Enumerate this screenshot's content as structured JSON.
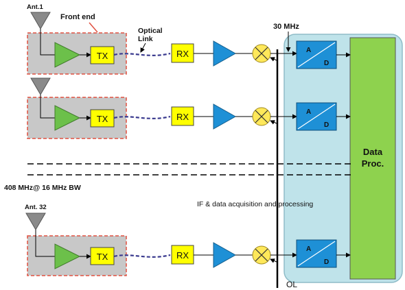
{
  "labels": {
    "ant1": "Ant.1",
    "ant32": "Ant. 32",
    "frontend": "Front end",
    "optical_line1": "Optical",
    "optical_line2": "Link",
    "freq_30": "30 MHz",
    "band": "408 MHz@ 16 MHz BW",
    "if_caption": "IF & data acquisition and processing",
    "ol": "OL",
    "tx": "TX",
    "rx": "RX",
    "adc_a": "A",
    "adc_d": "D",
    "data_proc_line1": "Data",
    "data_proc_line2": "Proc."
  },
  "colors": {
    "frontend_fill": "#c8c8c8",
    "frontend_border": "#e05040",
    "amp_green": "#6cc04a",
    "amp_blue": "#1e90d6",
    "box_yellow": "#ffff00",
    "mixer_yellow": "#ffe85a",
    "adc_blue": "#1e90d6",
    "panel_fill": "#bfe3ea",
    "data_proc_green": "#8ed24e",
    "fiber": "#3b3b8f"
  }
}
